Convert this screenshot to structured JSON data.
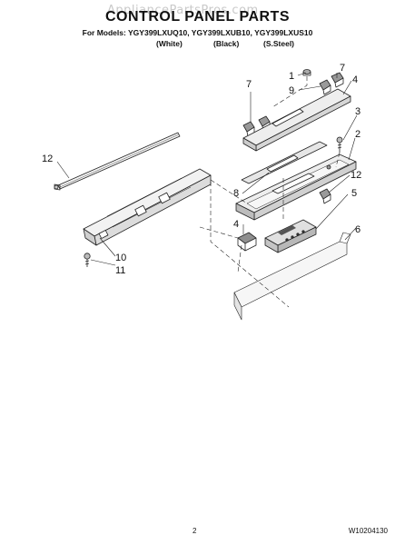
{
  "watermark": "AppliancePartsPros.com",
  "header": {
    "title": "CONTROL PANEL PARTS",
    "models_line": "For Models: YGY399LXUQ10, YGY399LXUB10, YGY399LXUS10",
    "finishes": [
      "(White)",
      "(Black)",
      "(S.Steel)"
    ]
  },
  "callouts": [
    "1",
    "7",
    "9",
    "4",
    "7",
    "3",
    "2",
    "12",
    "8",
    "12",
    "5",
    "4",
    "6",
    "10",
    "11"
  ],
  "footer": {
    "page_number": "2",
    "document_number": "W10204130"
  }
}
